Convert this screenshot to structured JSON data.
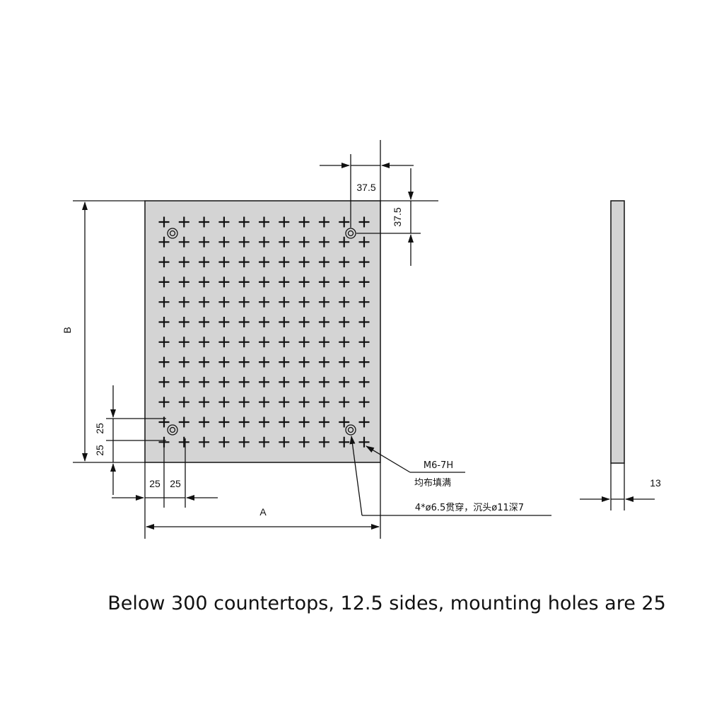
{
  "dimensions": {
    "top_right_horizontal": "37.5",
    "top_right_vertical": "37.5",
    "height_label": "B",
    "width_label": "A",
    "left_vertical_upper": "25",
    "left_vertical_lower": "25",
    "bottom_horizontal_left": "25",
    "bottom_horizontal_right": "25",
    "thickness": "13"
  },
  "notes": {
    "thread_spec": "M6-7H",
    "thread_fill": "均布填满",
    "mounting_holes": "4*ø6.5贯穿，沉头ø11深7"
  },
  "caption": "Below 300 countertops, 12.5 sides, mounting holes are 25",
  "colors": {
    "plate_fill": "#d4d4d4",
    "line": "#111111",
    "background": "#ffffff"
  }
}
